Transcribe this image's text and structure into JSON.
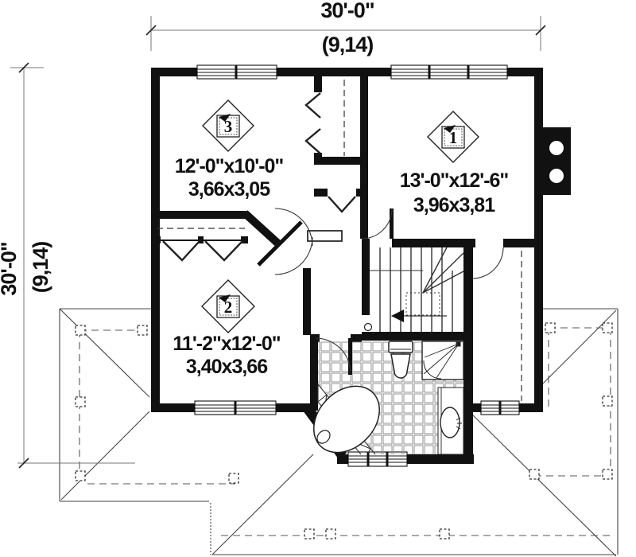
{
  "drawing_type": "second-floor-plan",
  "dimensions": {
    "top": {
      "imperial": "30'-0\"",
      "metric": "(9,14)"
    },
    "left": {
      "imperial": "30'-0\"",
      "metric": "(9,14)"
    }
  },
  "rooms": [
    {
      "number": "1",
      "size_imperial": "13'-0\"x12'-6\"",
      "size_metric": "3,96x3,81"
    },
    {
      "number": "2",
      "size_imperial": "11'-2\"x12'-0\"",
      "size_metric": "3,40x3,66"
    },
    {
      "number": "3",
      "size_imperial": "12'-0\"x10'-0\"",
      "size_metric": "3,66x3,05"
    }
  ],
  "colors": {
    "wall": "#111111",
    "line": "#333333",
    "roof": "#444444",
    "background": "#ffffff"
  }
}
